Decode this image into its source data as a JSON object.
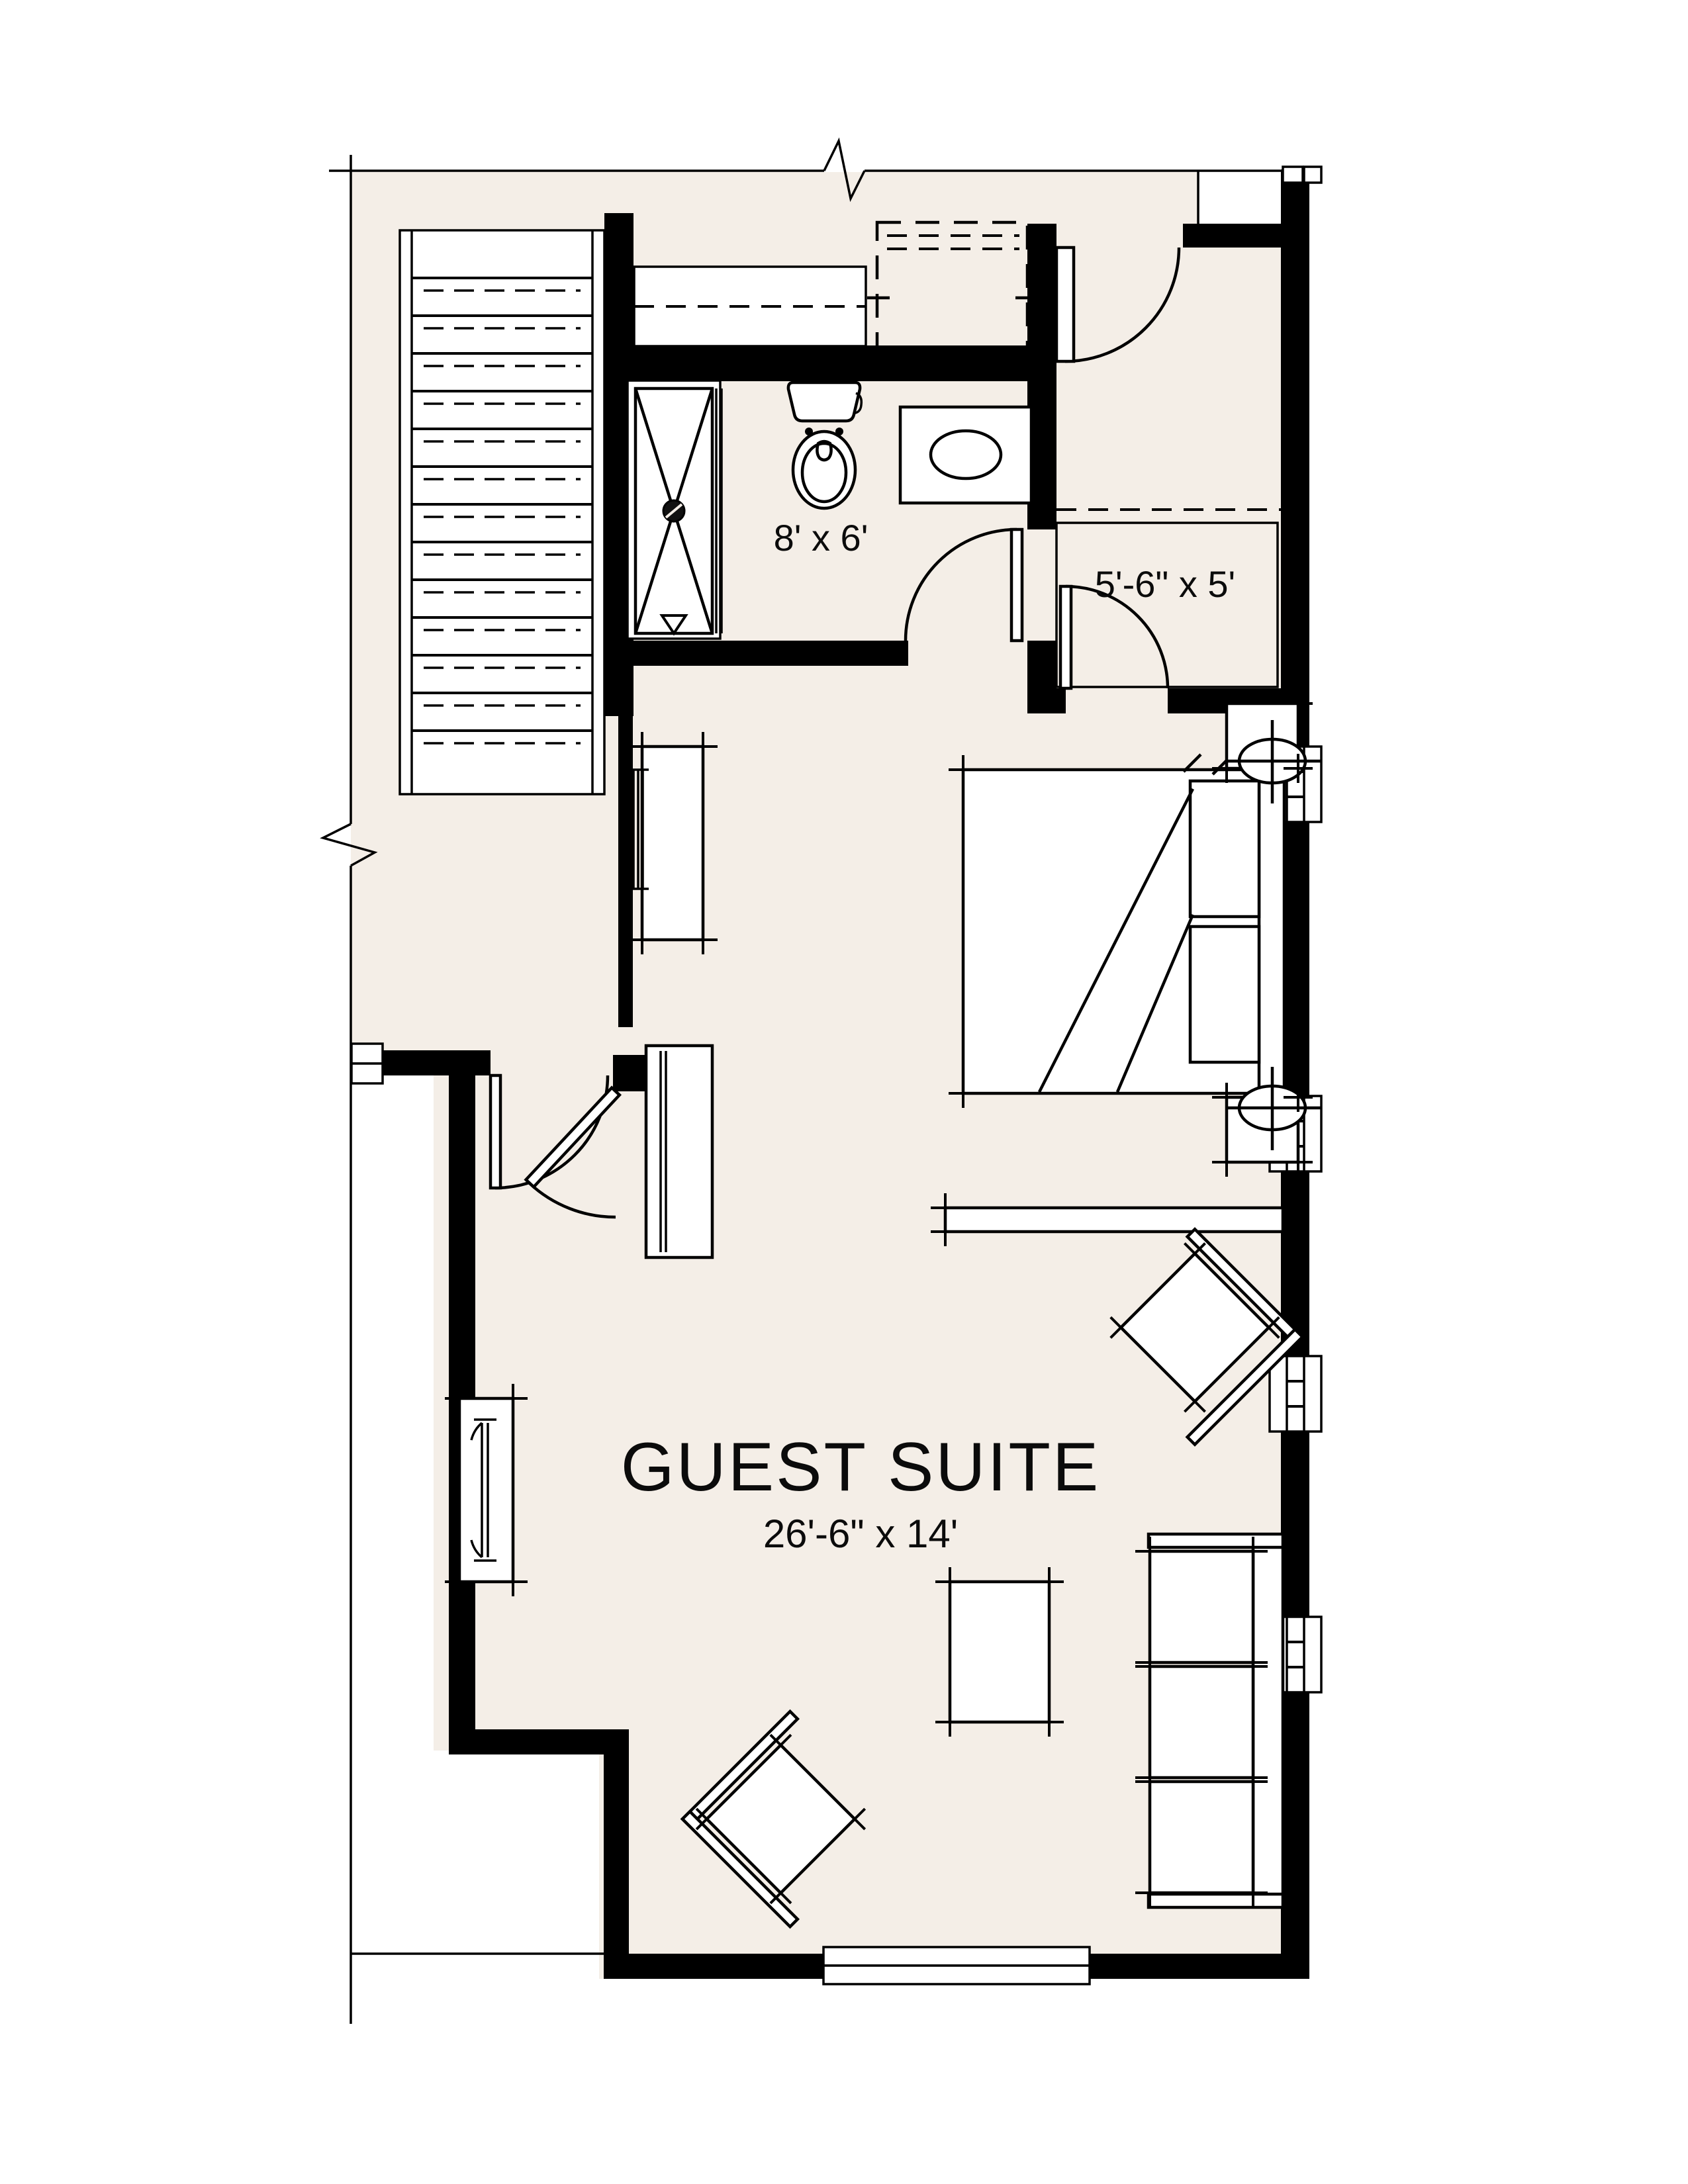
{
  "title": "Guest Suite Floor Plan",
  "colors": {
    "page": "#ffffff",
    "floor": "#f4eee7",
    "wall": "#000000",
    "line": "#000000"
  },
  "labels": {
    "guest_suite": {
      "name": "GUEST SUITE",
      "dims": "26'-6\" x 14'"
    },
    "bathroom": {
      "dims": "8' x 6'"
    },
    "closet": {
      "dims": "5'-6\" x 5'"
    }
  }
}
